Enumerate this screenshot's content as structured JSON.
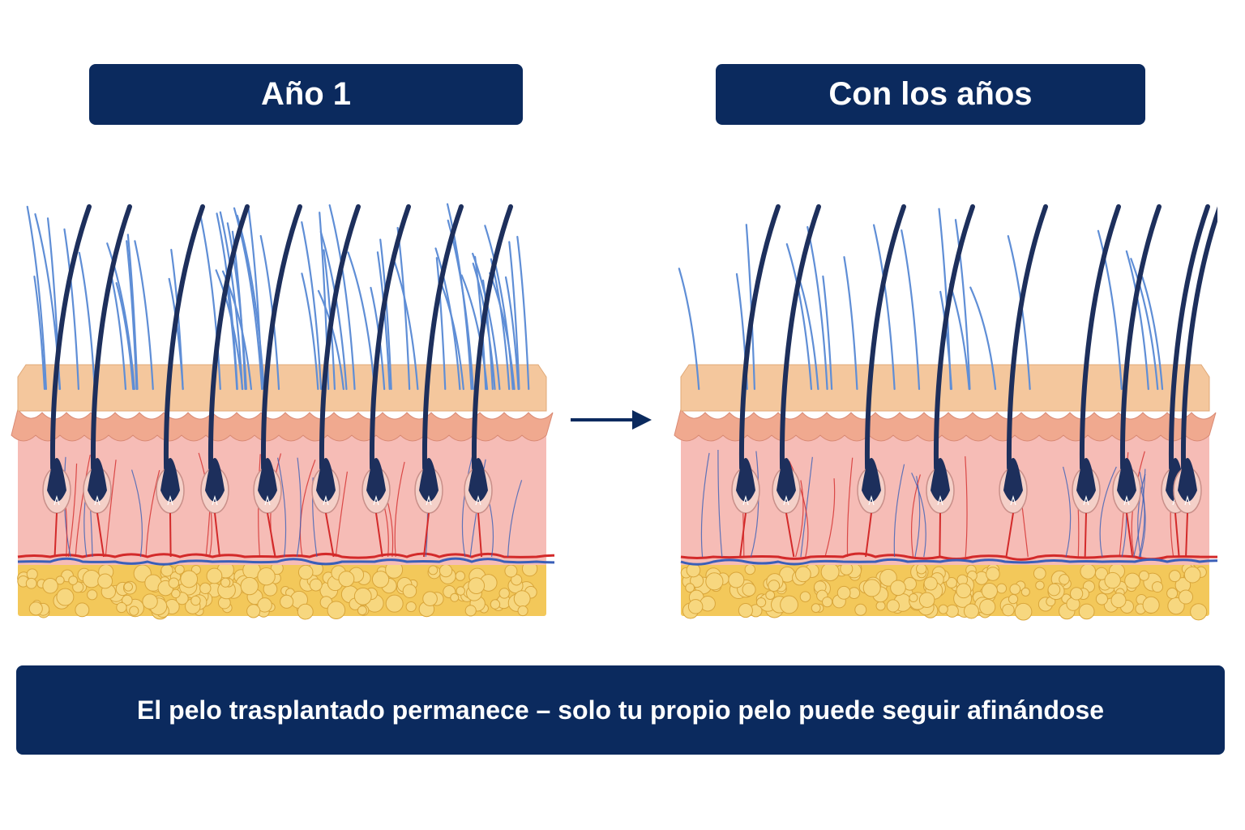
{
  "header": {
    "left_title": "Año 1",
    "right_title": "Con los años"
  },
  "caption": {
    "text": "El pelo trasplantado permanece – solo tu propio pelo puede seguir afinándose"
  },
  "colors": {
    "navy": "#0b2a5e",
    "hair_dark": "#1d2f5c",
    "hair_light": "#5f8ed6",
    "epidermis": "#f4c79d",
    "dermis": "#f6bcb6",
    "fat": "#f3c85a",
    "artery": "#d32a2a",
    "vein": "#3a5fb8"
  },
  "icons": {
    "arrow": "arrow-right-icon"
  },
  "diagram": {
    "panels": [
      {
        "name": "year-1",
        "dark_hairs": 9,
        "light_hair_density": "high"
      },
      {
        "name": "over-the-years",
        "dark_hairs": 9,
        "light_hair_density": "low"
      }
    ]
  }
}
